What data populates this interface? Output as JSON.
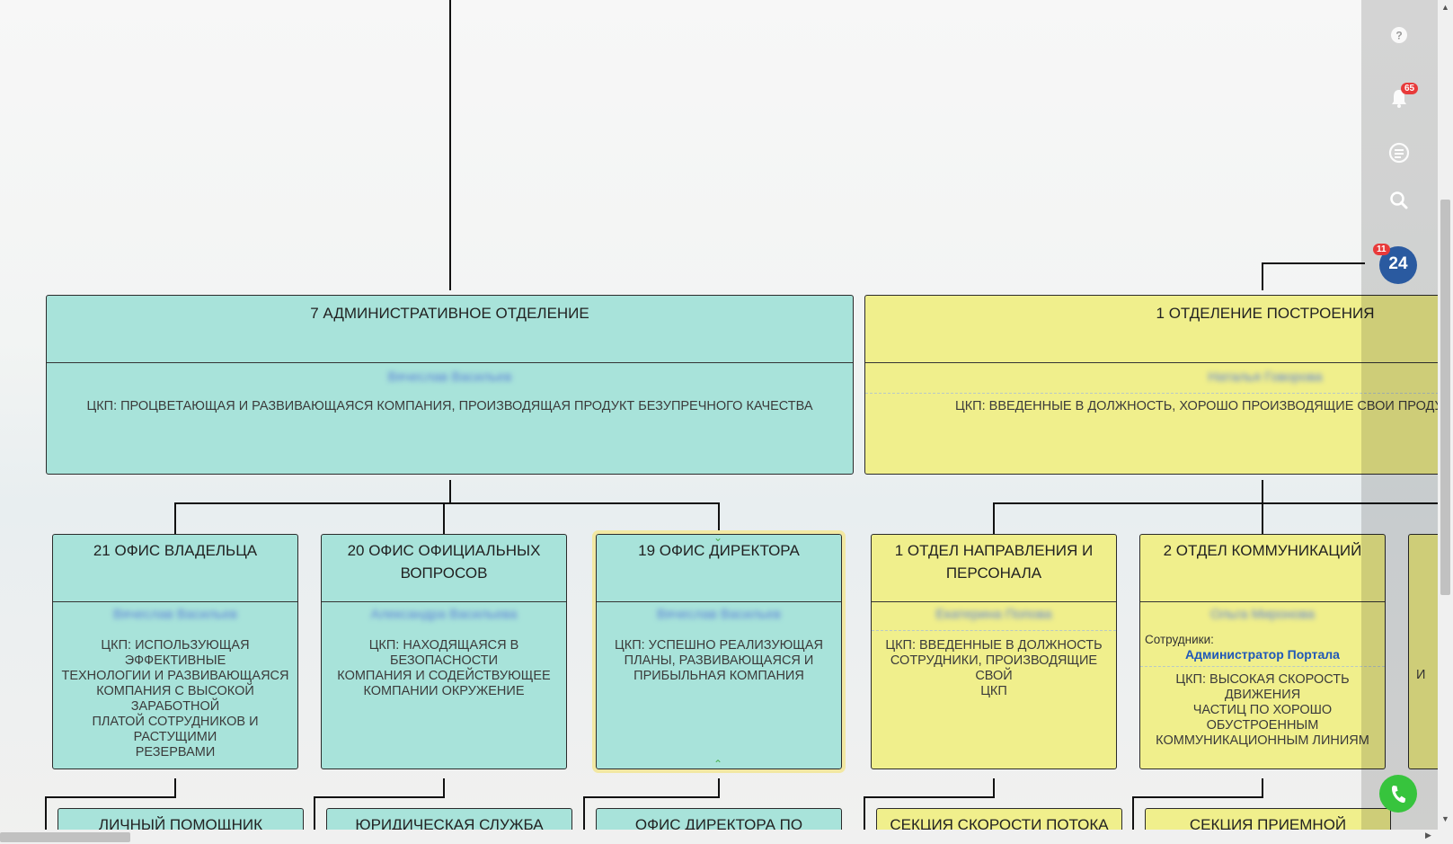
{
  "nodes": {
    "admin_division": {
      "title": "7 АДМИНИСТРАТИВНОЕ ОТДЕЛЕНИЕ",
      "head": "Вячеслав Васильев",
      "vfp": "ЦКП: ПРОЦВЕТАЮЩАЯ И РАЗВИВАЮЩАЯСЯ КОМПАНИЯ, ПРОИЗВОДЯЩАЯ ПРОДУКТ БЕЗУПРЕЧНОГО КАЧЕСТВА"
    },
    "build_division": {
      "title": "1 ОТДЕЛЕНИЕ ПОСТРОЕНИЯ",
      "head": "Наталья Говорова",
      "vfp": "ЦКП: ВВЕДЕННЫЕ В ДОЛЖНОСТЬ, ХОРОШО ПРОИЗВОДЯЩИЕ СВОИ ПРОДУКТЫ СОТРУДНИКИ"
    },
    "owner_office": {
      "title": "21 ОФИС ВЛАДЕЛЬЦА",
      "head": "Вячеслав Васильев",
      "vfp": "ЦКП: ИСПОЛЬЗУЮЩАЯ\nЭФФЕКТИВНЫЕ\nТЕХНОЛОГИИ И РАЗВИВАЮЩАЯСЯ\nКОМПАНИЯ С ВЫСОКОЙ\nЗАРАБОТНОЙ\nПЛАТОЙ СОТРУДНИКОВ И\nРАСТУЩИМИ\nРЕЗЕРВАМИ"
    },
    "official_office": {
      "title": "20 ОФИС ОФИЦИАЛЬНЫХ ВОПРОСОВ",
      "head": "Александра Васильева",
      "vfp": "ЦКП: НАХОДЯЩАЯСЯ В\nБЕЗОПАСНОСТИ\nКОМПАНИЯ И СОДЕЙСТВУЮЩЕЕ\nКОМПАНИИ ОКРУЖЕНИЕ"
    },
    "director_office": {
      "title": "19 ОФИС ДИРЕКТОРА",
      "head": "Вячеслав Васильев",
      "vfp": "ЦКП: УСПЕШНО РЕАЛИЗУЮЩАЯ\nПЛАНЫ, РАЗВИВАЮЩАЯСЯ И\nПРИБЫЛЬНАЯ КОМПАНИЯ"
    },
    "personnel_dept": {
      "title": "1 ОТДЕЛ НАПРАВЛЕНИЯ И ПЕРСОНАЛА",
      "head": "Екатерина Попова",
      "vfp": "ЦКП: ВВЕДЕННЫЕ В ДОЛЖНОСТЬ\nСОТРУДНИКИ, ПРОИЗВОДЯЩИЕ\nСВОЙ\nЦКП"
    },
    "comm_dept": {
      "title": "2 ОТДЕЛ КОММУНИКАЦИЙ",
      "head": "Ольга Миронова",
      "staff_label": "Сотрудники:",
      "staff_name": "Администратор Портала",
      "vfp": "ЦКП: ВЫСОКАЯ СКОРОСТЬ\nДВИЖЕНИЯ\nЧАСТИЦ ПО ХОРОШО\nОБУСТРОЕННЫМ\nКОММУНИКАЦИОННЫМ ЛИНИЯМ"
    },
    "cut_dept": {
      "vfp_fragment": "И"
    },
    "sub_personal_assistant": {
      "title": "ЛИЧНЫЙ ПОМОЩНИК"
    },
    "sub_legal": {
      "title": "ЮРИДИЧЕСКАЯ СЛУЖБА"
    },
    "sub_director_office": {
      "title": "ОФИС ДИРЕКТОРА ПО"
    },
    "sub_flow_speed": {
      "title": "СЕКЦИЯ СКОРОСТИ ПОТОКА"
    },
    "sub_reception": {
      "title": "СЕКЦИЯ ПРИЕМНОЙ"
    }
  },
  "sidebar": {
    "help_icon": "question-icon",
    "notifications_count": "65",
    "chat_icon": "chat-icon",
    "search_icon": "search-icon",
    "b24_label": "24",
    "b24_count": "11",
    "phone_icon": "phone-icon"
  },
  "colors": {
    "teal_box": "#a8e3da",
    "yellow_box": "#f0ef8c",
    "badge": "#e83a3a",
    "b24_blue": "#2a5aa0",
    "phone_green": "#37c43d",
    "link": "#1f58b8"
  }
}
